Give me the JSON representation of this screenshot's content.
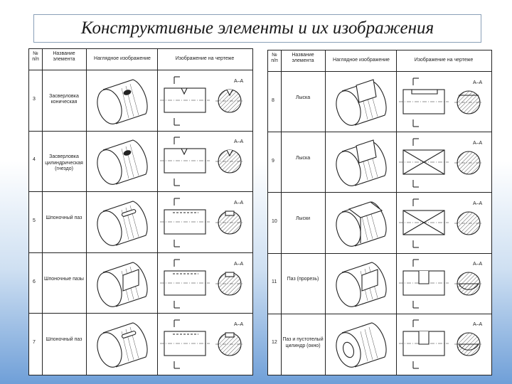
{
  "title": "Конструктивные элементы и их изображения",
  "header": {
    "num": "№ п/п",
    "name": "Название элемента",
    "visual": "Наглядное изображение",
    "drawing": "Изображение на чертеже"
  },
  "section_label": "А–А",
  "left_rows": [
    {
      "num": "3",
      "name": "Засверловка коническая"
    },
    {
      "num": "4",
      "name": "Засверловка цилиндрическая (гнездо)"
    },
    {
      "num": "5",
      "name": "Шпоночный паз"
    },
    {
      "num": "6",
      "name": "Шпоночные пазы"
    },
    {
      "num": "7",
      "name": "Шпоночный паз"
    }
  ],
  "right_rows": [
    {
      "num": "8",
      "name": "Лыска"
    },
    {
      "num": "9",
      "name": "Лыска"
    },
    {
      "num": "10",
      "name": "Лыски"
    },
    {
      "num": "11",
      "name": "Паз (прорезь)"
    },
    {
      "num": "12",
      "name": "Паз и пустотелый цилиндр (окно)"
    }
  ]
}
